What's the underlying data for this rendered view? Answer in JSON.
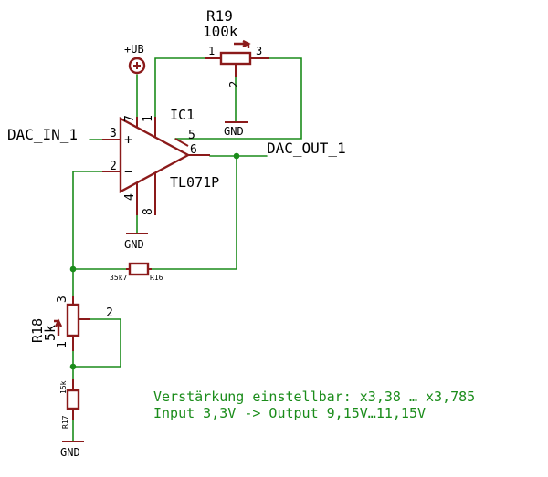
{
  "r19": {
    "name": "R19",
    "value": "100k",
    "pin1": "1",
    "pin2": "2",
    "pin3": "3"
  },
  "supply": {
    "label": "+UB"
  },
  "gnd": {
    "label": "GND"
  },
  "ic1": {
    "name": "IC1",
    "type": "TL071P",
    "plus": "+",
    "minus": "−",
    "p1": "1",
    "p2": "2",
    "p3": "3",
    "p4": "4",
    "p5": "5",
    "p6": "6",
    "p7": "7",
    "p8": "8"
  },
  "net": {
    "in": "DAC_IN_1",
    "out": "DAC_OUT_1"
  },
  "r16": {
    "name": "R16",
    "value": "35k7"
  },
  "r18": {
    "name": "R18",
    "value": "5k",
    "pin1": "1",
    "pin2": "2",
    "pin3": "3"
  },
  "r17": {
    "name": "R17",
    "value": "15k"
  },
  "notes": {
    "line1": "Verstärkung einstellbar: x3,38 … x3,785",
    "line2": "Input 3,3V -> Output 9,15V…11,15V"
  }
}
